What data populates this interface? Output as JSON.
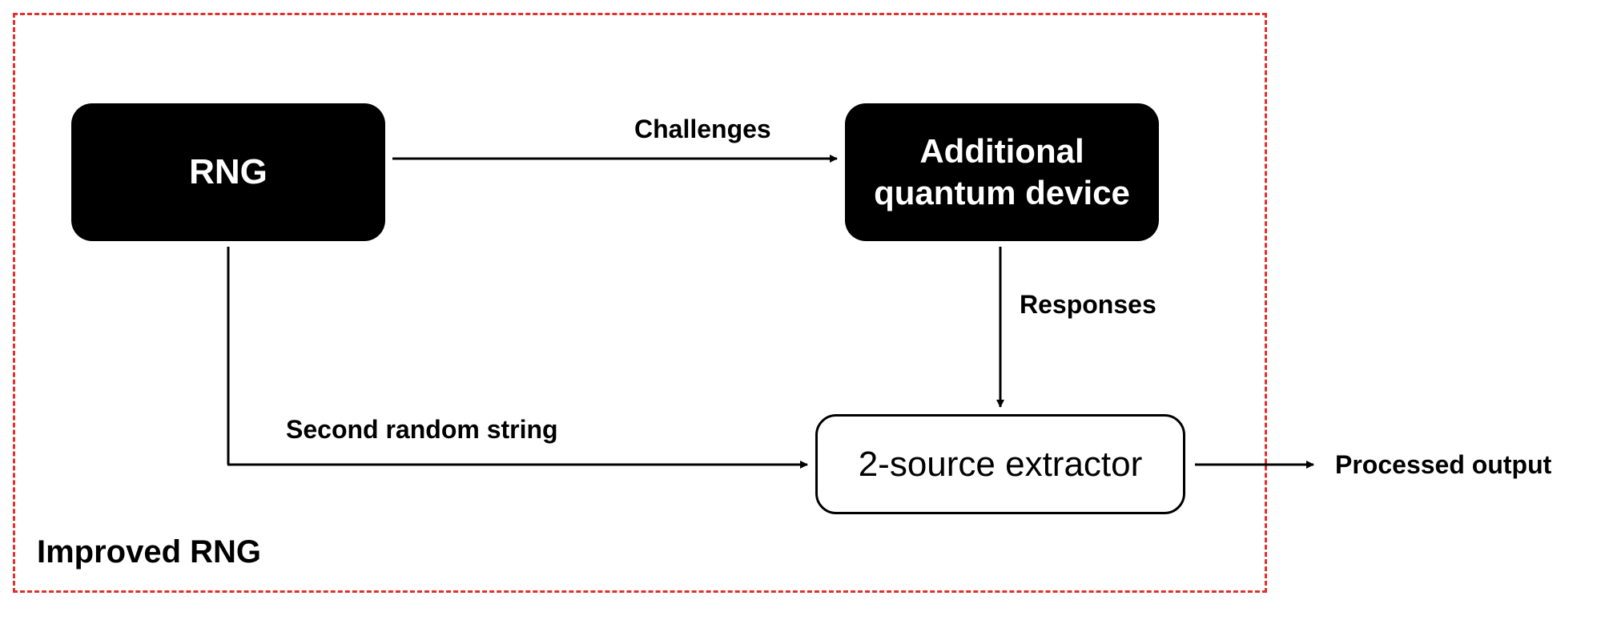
{
  "frame": {
    "label": "Improved RNG",
    "border_color": "#e0312c"
  },
  "nodes": {
    "rng": "RNG",
    "quantum_line1": "Additional",
    "quantum_line2": "quantum device",
    "extractor": "2-source extractor"
  },
  "edges": {
    "challenges": "Challenges",
    "responses": "Responses",
    "second_random_string": "Second random string",
    "processed_output": "Processed output"
  }
}
